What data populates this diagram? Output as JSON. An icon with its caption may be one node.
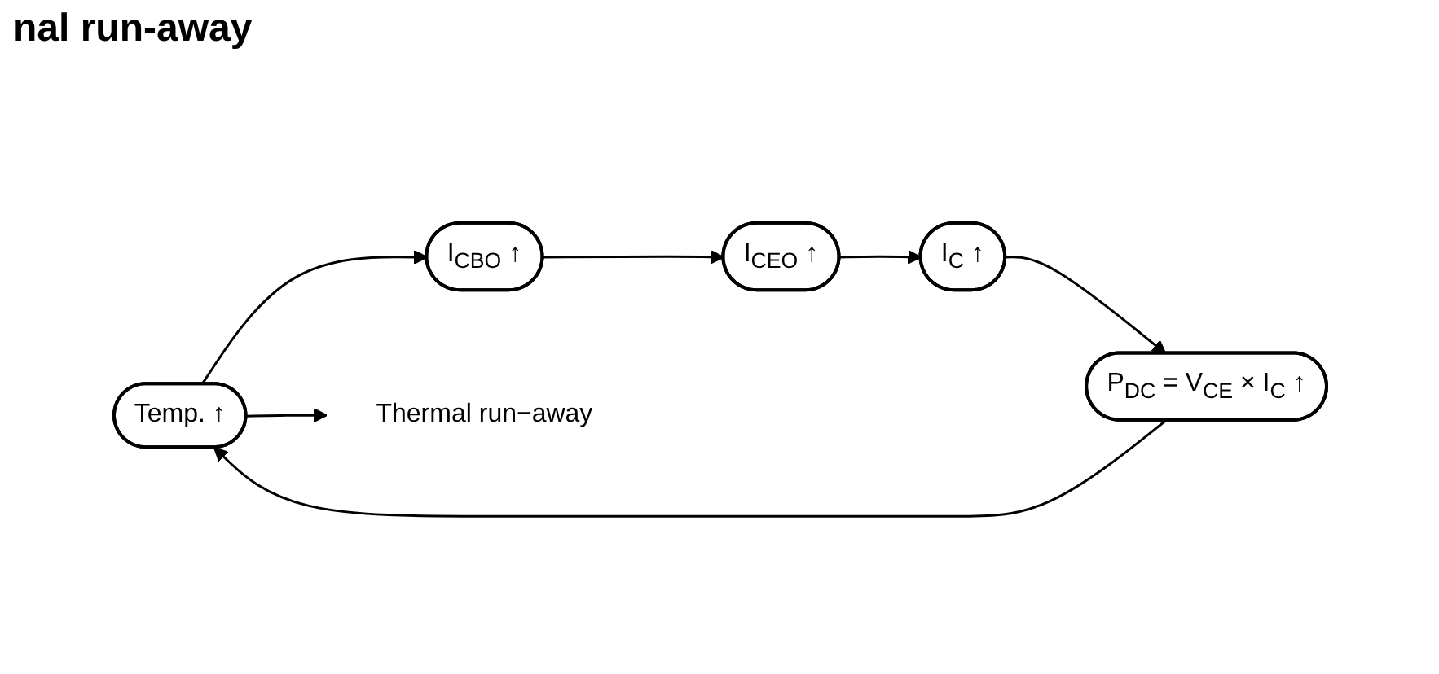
{
  "diagram": {
    "title": "nal run-away",
    "nodes": [
      {
        "text": [
          "Temp. ↑"
        ]
      },
      {
        "text": [
          "I$_{CBO}$ ↑"
        ]
      },
      {
        "text": [
          "I$_{CEO}$ ↑"
        ]
      },
      {
        "text": [
          "I$_{C}$ ↑"
        ]
      },
      {
        "text": [
          "P$_{DC}$ = V$_{CE}$ × I$_{C}$ ↑"
        ]
      },
      {
        "text": [
          "Thermal run−away"
        ]
      }
    ],
    "edges": [
      {
        "from": 0,
        "to": 1,
        "arrow": "to"
      },
      {
        "from": 1,
        "to": 2,
        "arrow": "to"
      },
      {
        "from": 2,
        "to": 3,
        "arrow": "to"
      },
      {
        "from": 3,
        "to": 4,
        "arrow": "to"
      },
      {
        "from": 4,
        "to": 0,
        "arrow": "to"
      },
      {
        "from": 0,
        "to": 5,
        "arrow": "to"
      }
    ]
  }
}
